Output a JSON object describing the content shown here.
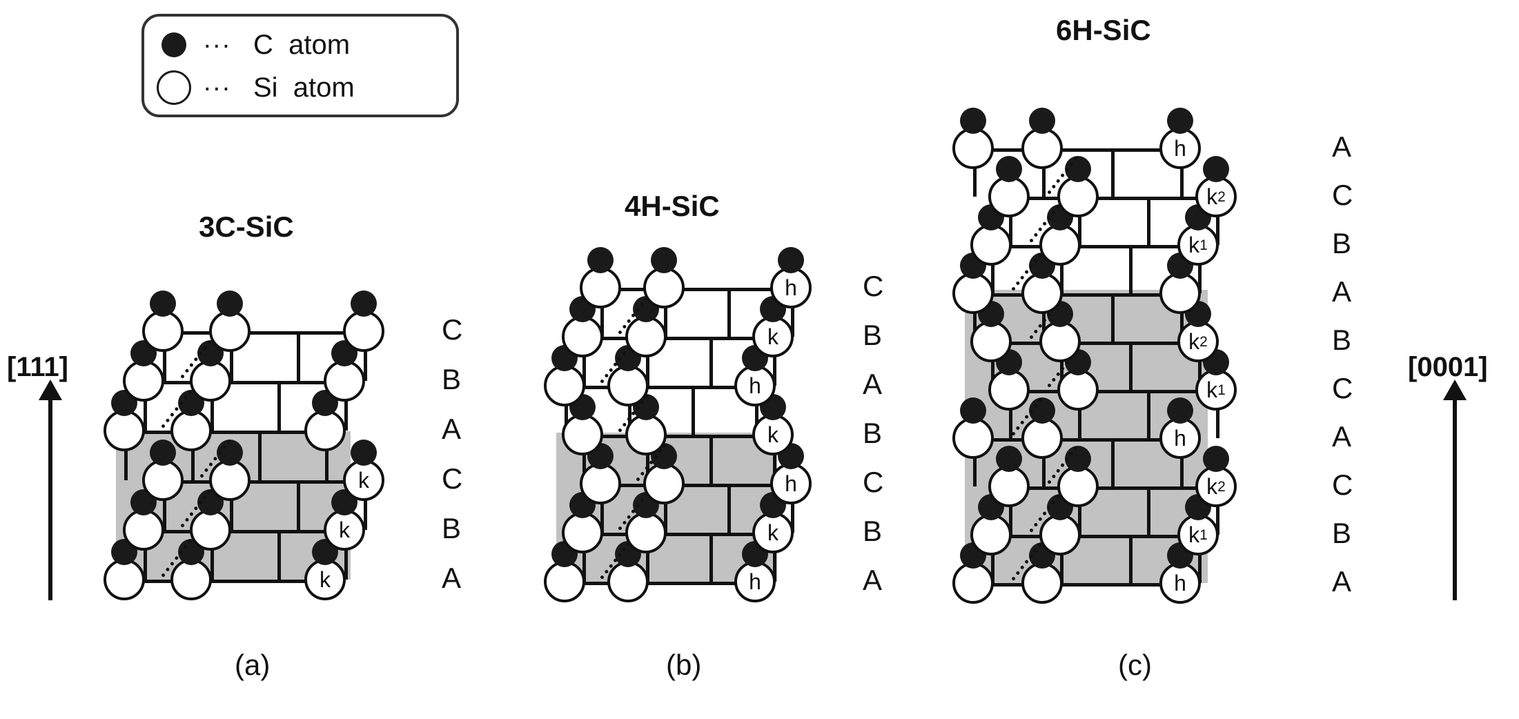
{
  "figure": {
    "caption_a": "(a)",
    "caption_b": "(b)",
    "caption_c": "(c)"
  },
  "legend": {
    "rows": [
      {
        "symbol": "filled-circle",
        "dots": "...",
        "label": "C  atom"
      },
      {
        "symbol": "open-circle",
        "dots": "...",
        "label": "Si  atom"
      }
    ]
  },
  "directions": {
    "left": {
      "label": "[111]"
    },
    "right": {
      "label": "[0001]"
    }
  },
  "panels": [
    {
      "id": "a",
      "title": "3C-SiC",
      "caption": "(a)",
      "stacking": [
        "C",
        "B",
        "A",
        "C",
        "B",
        "A"
      ],
      "site_labels": [
        "",
        "",
        "",
        "k",
        "k",
        "k"
      ],
      "shaded_layers": [
        "A",
        "C",
        "B",
        "A"
      ]
    },
    {
      "id": "b",
      "title": "4H-SiC",
      "caption": "(b)",
      "stacking": [
        "C",
        "B",
        "A",
        "B",
        "C",
        "B",
        "A"
      ],
      "site_labels": [
        "h",
        "k",
        "h",
        "k",
        "h",
        "k",
        "h"
      ],
      "shaded_layers": [
        "A",
        "B",
        "C",
        "B",
        "A"
      ]
    },
    {
      "id": "c",
      "title": "6H-SiC",
      "caption": "(c)",
      "stacking": [
        "A",
        "C",
        "B",
        "A",
        "B",
        "C",
        "A",
        "C",
        "B",
        "A"
      ],
      "site_labels": [
        "h",
        "k2",
        "k1",
        "",
        "k2",
        "k1",
        "h",
        "k2",
        "k1",
        "h"
      ],
      "site_labels_display": [
        "h",
        "k₂",
        "k₁",
        "",
        "k₂",
        "k₁",
        "h",
        "k₂",
        "k₁",
        "h"
      ],
      "shaded_layers": [
        "B",
        "C",
        "A",
        "C",
        "B",
        "A"
      ]
    }
  ],
  "colors": {
    "carbon": "#1a1a1a",
    "silicon_fill": "#ffffff",
    "outline": "#111111",
    "shade": "#c2c2c2",
    "background": "#ffffff"
  }
}
